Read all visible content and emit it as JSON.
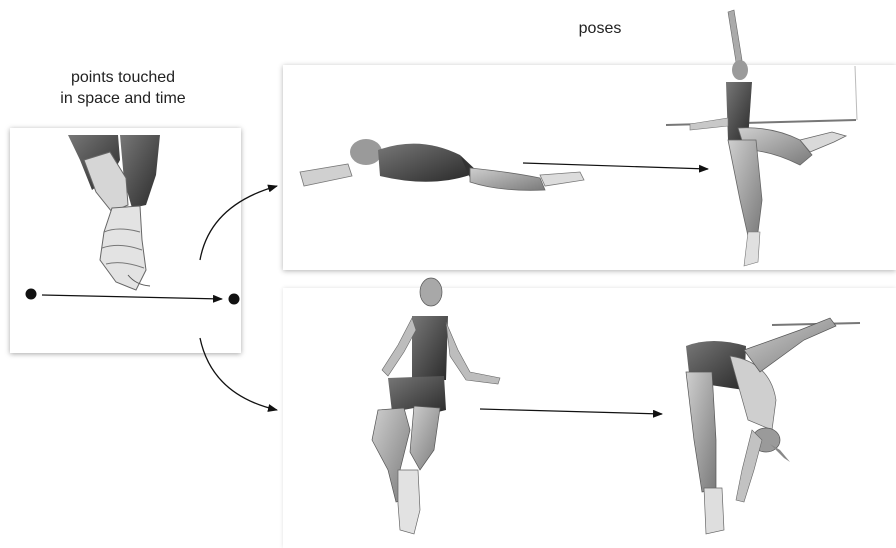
{
  "labels": {
    "left": [
      "points touched",
      "in space and time"
    ],
    "right": "poses"
  },
  "figures": {
    "left_panel": "ankle-foot-sketch",
    "top_panel": [
      "floor-stretch-sketch",
      "barre-arabesque-sketch"
    ],
    "bottom_panel": [
      "standing-barre-sketch",
      "forward-bend-sketch"
    ]
  }
}
